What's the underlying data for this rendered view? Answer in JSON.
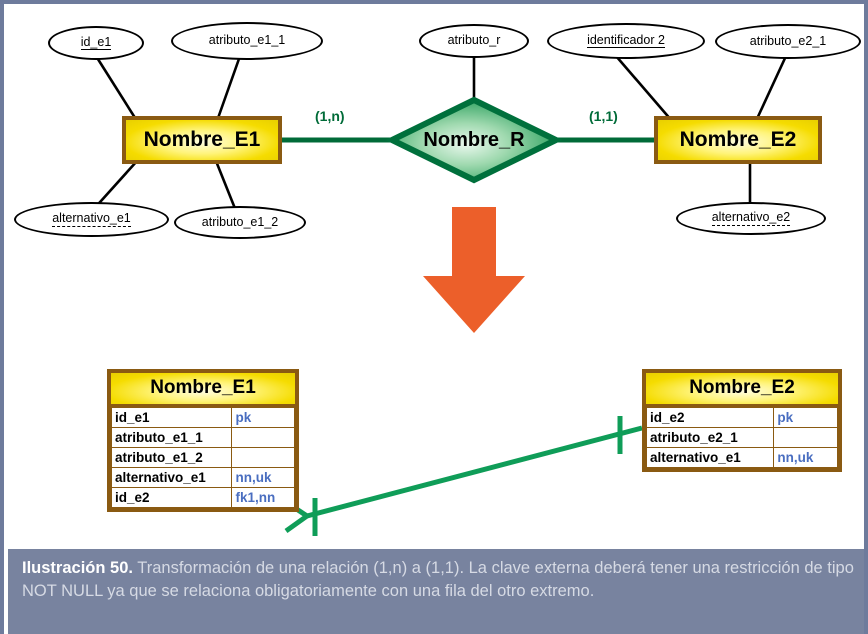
{
  "figure": {
    "caption_label": "Ilustración 50.",
    "caption_text": " Transformación de una relación (1,n) a (1,1). La clave externa deberá tener una restricción de tipo NOT NULL ya que se relaciona obligatoriamente con una fila del otro extremo."
  },
  "colors": {
    "entity_border": "#8a5a12",
    "entity_fill": "#f5dc00",
    "relationship_border": "#006b38",
    "relationship_fill": "#9fd9af",
    "cardinality_text": "#006b38",
    "constraint_text": "#4a6ec0",
    "arrow": "#ec5f2a",
    "caption_bg": "#78839f",
    "page_border": "#6e7b9c",
    "link_line": "#0f9d58"
  },
  "er_diagram": {
    "entities": [
      {
        "id": "e1",
        "label": "Nombre_E1"
      },
      {
        "id": "e2",
        "label": "Nombre_E2"
      }
    ],
    "relationship": {
      "id": "r",
      "label": "Nombre_R"
    },
    "cardinalities": [
      {
        "id": "left",
        "label": "(1,n)"
      },
      {
        "id": "right",
        "label": "(1,1)"
      }
    ],
    "attributes": [
      {
        "id": "id_e1",
        "label": "id_e1",
        "kind": "key"
      },
      {
        "id": "atributo_e1_1",
        "label": "atributo_e1_1",
        "kind": "plain"
      },
      {
        "id": "atributo_r",
        "label": "atributo_r",
        "kind": "plain"
      },
      {
        "id": "identificador2",
        "label": "identificador 2",
        "kind": "key"
      },
      {
        "id": "atributo_e2_1",
        "label": "atributo_e2_1",
        "kind": "plain"
      },
      {
        "id": "alternativo_e1",
        "label": "alternativo_e1",
        "kind": "altkey"
      },
      {
        "id": "atributo_e1_2",
        "label": "atributo_e1_2",
        "kind": "plain"
      },
      {
        "id": "alternativo_e2",
        "label": "alternativo_e2",
        "kind": "altkey"
      }
    ]
  },
  "transform_arrow": {
    "name": "down-arrow",
    "direction": "down"
  },
  "relational_model": {
    "tables": [
      {
        "id": "tbl_e1",
        "title": "Nombre_E1",
        "rows": [
          {
            "name": "id_e1",
            "constraint": "pk"
          },
          {
            "name": "atributo_e1_1",
            "constraint": ""
          },
          {
            "name": "atributo_e1_2",
            "constraint": ""
          },
          {
            "name": "alternativo_e1",
            "constraint": "nn,uk"
          },
          {
            "name": "id_e2",
            "constraint": "fk1,nn"
          }
        ]
      },
      {
        "id": "tbl_e2",
        "title": "Nombre_E2",
        "rows": [
          {
            "name": "id_e2",
            "constraint": "pk"
          },
          {
            "name": "atributo_e2_1",
            "constraint": ""
          },
          {
            "name": "alternativo_e1",
            "constraint": "nn,uk"
          }
        ]
      }
    ],
    "link": {
      "from": "tbl_e1.id_e2",
      "to": "tbl_e2.id_e2",
      "left_end": "crows-foot-many",
      "right_end": "single-one"
    }
  }
}
